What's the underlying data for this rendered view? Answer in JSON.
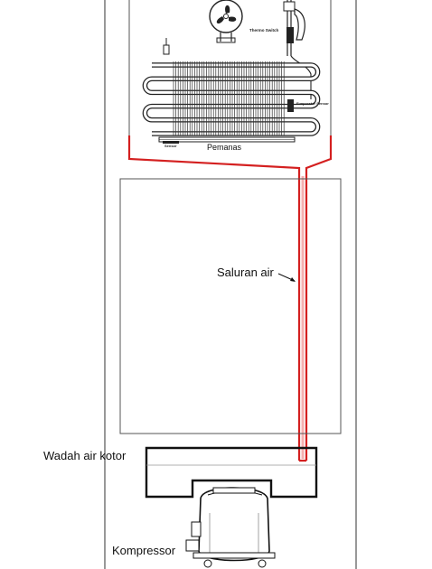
{
  "diagram": {
    "labels": {
      "saluran_air": "Saluran air",
      "wadah_air_kotor": "Wadah air kotor",
      "kompressor": "Kompressor",
      "pemanas": "Pemanas",
      "thermo_switch": "Thermo Switch",
      "evaporator_sensor": "Evaporator Sensor",
      "sensor": "Sensor"
    },
    "colors": {
      "water_line": "#d42020",
      "outline": "#555555",
      "pan": "#111111"
    },
    "icons": {
      "fan": "fan-icon",
      "compressor": "compressor-icon",
      "coil": "evaporator-coil-icon"
    }
  }
}
